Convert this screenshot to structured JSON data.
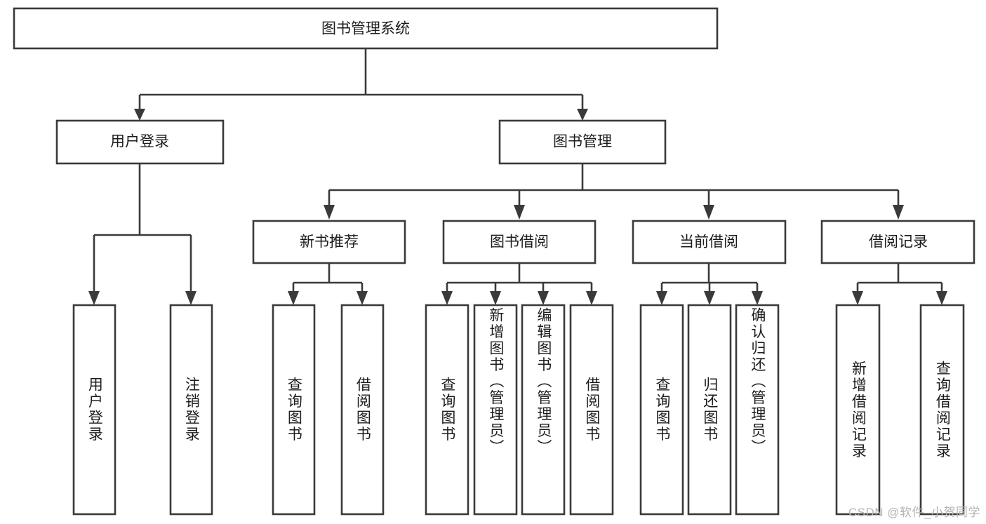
{
  "diagram": {
    "type": "tree-hierarchy",
    "root": {
      "label": "图书管理系统"
    },
    "level2": [
      {
        "label": "用户登录"
      },
      {
        "label": "图书管理"
      }
    ],
    "level3": [
      {
        "label": "新书推荐"
      },
      {
        "label": "图书借阅"
      },
      {
        "label": "当前借阅"
      },
      {
        "label": "借阅记录"
      }
    ],
    "leaves": {
      "user_login": [
        {
          "label": "用户登录"
        },
        {
          "label": "注销登录"
        }
      ],
      "new_book_recommend": [
        {
          "label": "查询图书"
        },
        {
          "label": "借阅图书"
        }
      ],
      "book_borrow": [
        {
          "label": "查询图书"
        },
        {
          "label": "新增图书（管理员）"
        },
        {
          "label": "编辑图书（管理员）"
        },
        {
          "label": "借阅图书"
        }
      ],
      "current_borrow": [
        {
          "label": "查询图书"
        },
        {
          "label": "归还图书"
        },
        {
          "label": "确认归还（管理员）"
        }
      ],
      "borrow_record": [
        {
          "label": "新增借阅记录"
        },
        {
          "label": "查询借阅记录"
        }
      ]
    },
    "watermark": "CSDN @软件_小贺同学",
    "colors": {
      "box_stroke": "#3a3a3a",
      "box_fill": "#ffffff",
      "text": "#1c1c1c",
      "background": "#ffffff",
      "watermark": "#b4b4b4"
    }
  }
}
